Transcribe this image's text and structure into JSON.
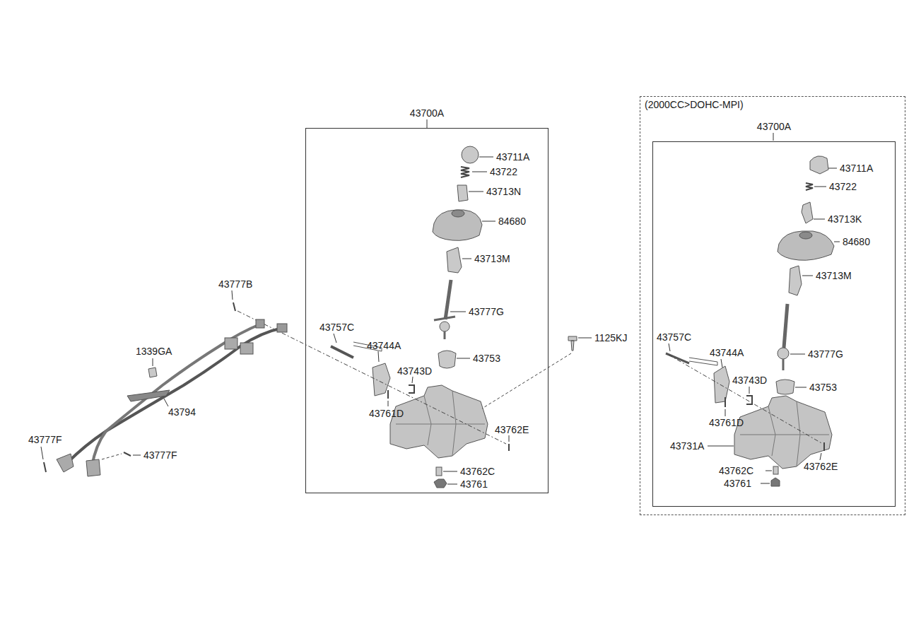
{
  "diagram": {
    "nodes": [
      {
        "text": [
          "43700A"
        ]
      },
      {
        "text": [
          "(2000CC>DOHC-MPI)"
        ]
      },
      {
        "text": [
          "43700A"
        ],
        "in": 1
      }
    ],
    "edges": [],
    "labels": [
      "43711A",
      "43722",
      "43713N",
      "84680",
      "43713M",
      "43777G",
      "43757C",
      "43744A",
      "43743D",
      "43753",
      "43761D",
      "43762E",
      "43762C",
      "43761",
      "43777B",
      "1339GA",
      "43794",
      "43777F",
      "43777F",
      "1125KJ",
      "43711A",
      "43722",
      "43713K",
      "84680",
      "43713M",
      "43757C",
      "43744A",
      "43777G",
      "43743D",
      "43753",
      "43761D",
      "43731A",
      "43762C",
      "43762E",
      "43761"
    ]
  }
}
